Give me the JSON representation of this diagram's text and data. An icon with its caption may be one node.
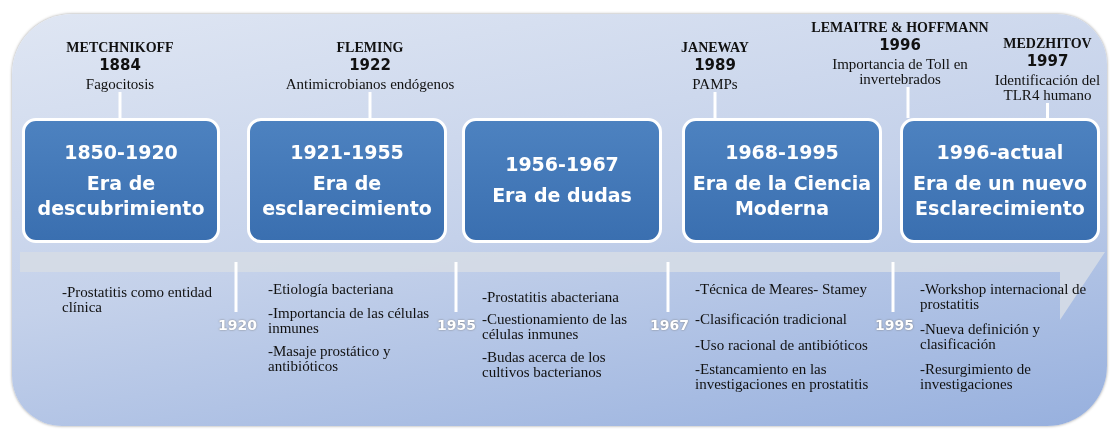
{
  "diagram": {
    "nodes": [
      {
        "text": [
          "METCHNIKOFF",
          "1884",
          "Fagocitosis"
        ]
      },
      {
        "text": [
          "FLEMING",
          "1922",
          "Antimicrobianos endógenos"
        ]
      },
      {
        "text": [
          "JANEWAY",
          "1989",
          "PAMPs"
        ]
      },
      {
        "text": [
          "LEMAITRE & HOFFMANN",
          "1996",
          "Importancia de Toll en invertebrados"
        ]
      },
      {
        "text": [
          "MEDZHITOV",
          "1997",
          "Identificación del TLR4 humano"
        ]
      },
      {
        "text": [
          "1850-1920",
          "Era de descubrimiento"
        ]
      },
      {
        "text": [
          "1921-1955",
          "Era de esclarecimiento"
        ]
      },
      {
        "text": [
          "1956-1967",
          "Era de dudas"
        ]
      },
      {
        "text": [
          "1968-1995",
          "Era de la Ciencia Moderna"
        ]
      },
      {
        "text": [
          "1996-actual",
          "Era de un nuevo Esclarecimiento"
        ]
      }
    ],
    "edges": [
      {
        "from": 0,
        "to": 5,
        "arrow": "none"
      },
      {
        "from": 1,
        "to": 6,
        "arrow": "none"
      },
      {
        "from": 2,
        "to": 8,
        "arrow": "none"
      },
      {
        "from": 3,
        "to": 9,
        "arrow": "none"
      },
      {
        "from": 4,
        "to": 9,
        "arrow": "none"
      }
    ],
    "labels": [
      "-Prostatitis como entidad clínica",
      "1920",
      "-Etiología bacteriana",
      "-Importancia de las células inmunes",
      "-Masaje prostático y antibióticos",
      "1955",
      "-Prostatitis abacteriana",
      "-Cuestionamiento de las células inmunes",
      "-Budas acerca de los cultivos bacterianos",
      "1967",
      "-Técnica de Meares- Stamey",
      "-Clasificación tradicional",
      "-Uso racional de antibióticos",
      "-Estancamiento en las investigaciones en prostatitis",
      "1995",
      "-Workshop internacional de prostatitis",
      "-Nueva definición y clasificación",
      "-Resurgimiento de investigaciones"
    ]
  }
}
